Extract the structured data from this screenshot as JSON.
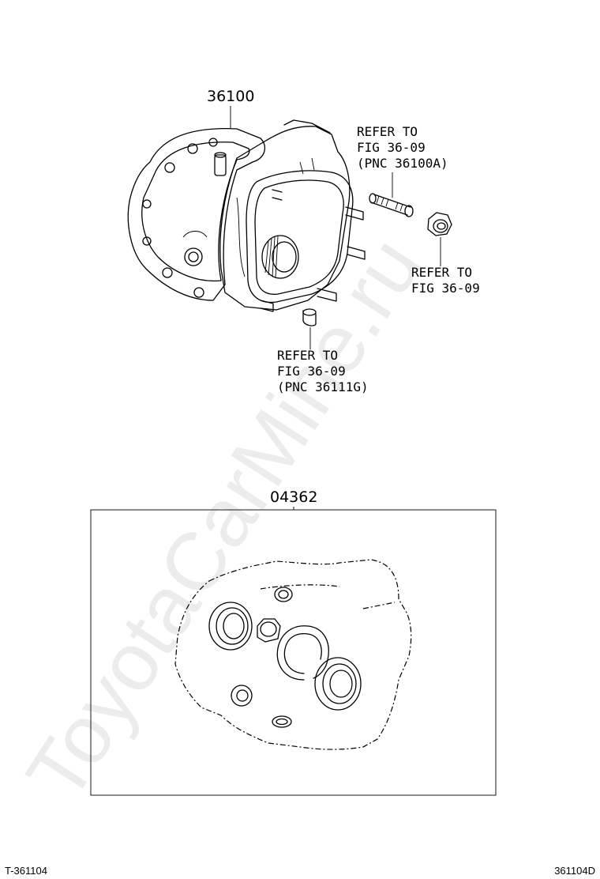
{
  "watermark": "ToyotaCarMine.ru",
  "parts": {
    "transaxle_assy": "36100",
    "gasket_kit": "04362"
  },
  "refs": {
    "stud": [
      "REFER TO",
      "FIG 36-09",
      "(PNC 36100A)"
    ],
    "nut": [
      "REFER TO",
      "FIG 36-09"
    ],
    "pin": [
      "REFER TO",
      "FIG 36-09",
      "(PNC 36111G)"
    ]
  },
  "footer": {
    "left": "T-361104",
    "right": "361104D"
  }
}
